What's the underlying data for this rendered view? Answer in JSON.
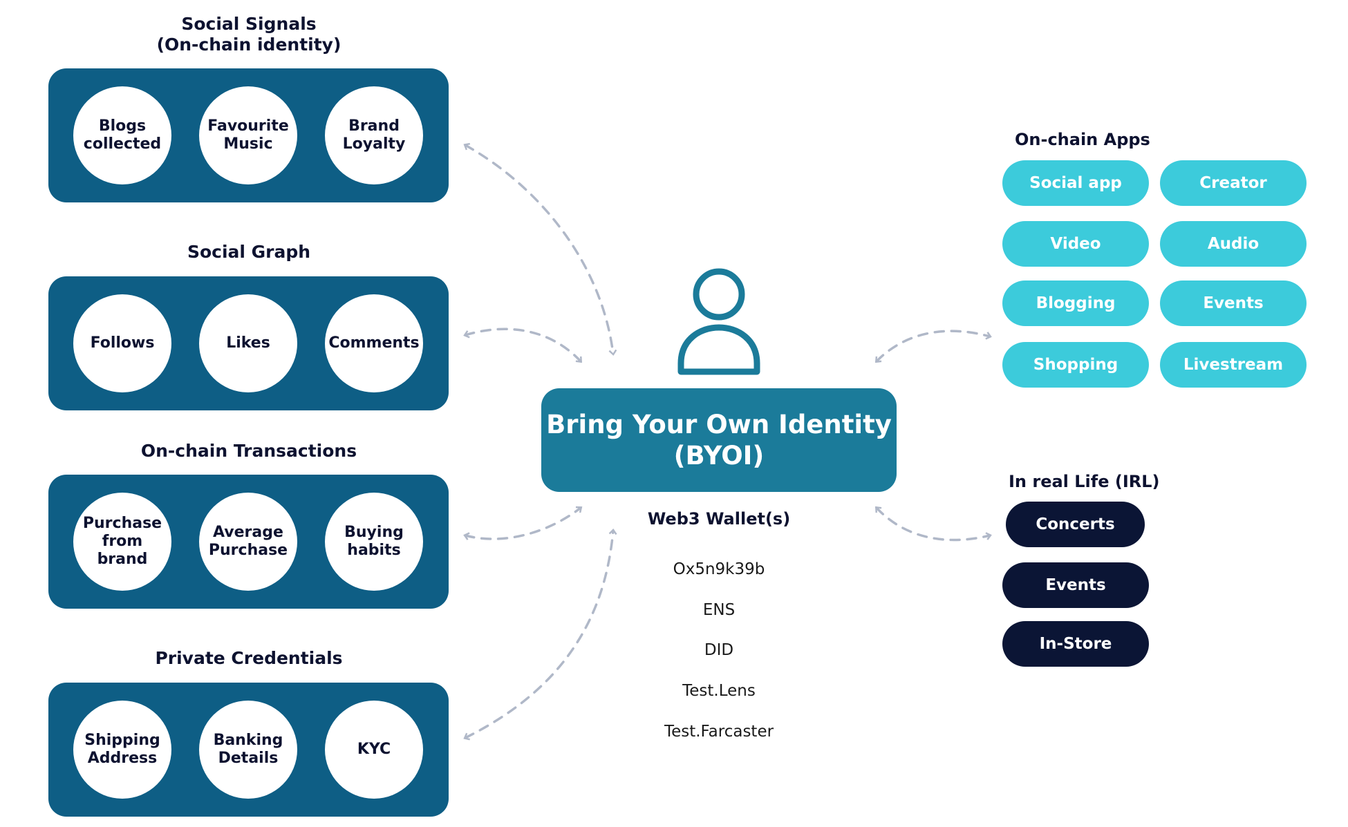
{
  "groups": [
    {
      "title_line1": "Social Signals",
      "title_line2": "(On-chain identity)",
      "items": [
        [
          "Blogs",
          "collected"
        ],
        [
          "Favourite",
          "Music"
        ],
        [
          "Brand",
          "Loyalty"
        ]
      ]
    },
    {
      "title_line1": "Social Graph",
      "items": [
        [
          "Follows"
        ],
        [
          "Likes"
        ],
        [
          "Comments"
        ]
      ]
    },
    {
      "title_line1": "On-chain Transactions",
      "items": [
        [
          "Purchase",
          "from",
          "brand"
        ],
        [
          "Average",
          "Purchase"
        ],
        [
          "Buying",
          "habits"
        ]
      ]
    },
    {
      "title_line1": "Private Credentials",
      "items": [
        [
          "Shipping",
          "Address"
        ],
        [
          "Banking",
          "Details"
        ],
        [
          "KYC"
        ]
      ]
    }
  ],
  "center": {
    "title_line1": "Bring Your Own Identity",
    "title_line2": "(BYOI)",
    "icon": "user-icon"
  },
  "wallet": {
    "title": "Web3 Wallet(s)",
    "items": [
      "Ox5n9k39b",
      "ENS",
      "DID",
      "Test.Lens",
      "Test.Farcaster"
    ]
  },
  "onchain_apps": {
    "title": "On-chain Apps",
    "items": [
      "Social app",
      "Creator",
      "Video",
      "Audio",
      "Blogging",
      "Events",
      "Shopping",
      "Livestream"
    ]
  },
  "irl": {
    "title": "In real Life (IRL)",
    "items": [
      "Concerts",
      "Events",
      "In-Store"
    ]
  },
  "colors": {
    "panel": "#0e5e85",
    "center_box": "#1b7b9a",
    "app_pill": "#3ccbdb",
    "irl_pill": "#0b1535",
    "arrow": "#b0b8c8",
    "icon": "#1b7b9a"
  }
}
